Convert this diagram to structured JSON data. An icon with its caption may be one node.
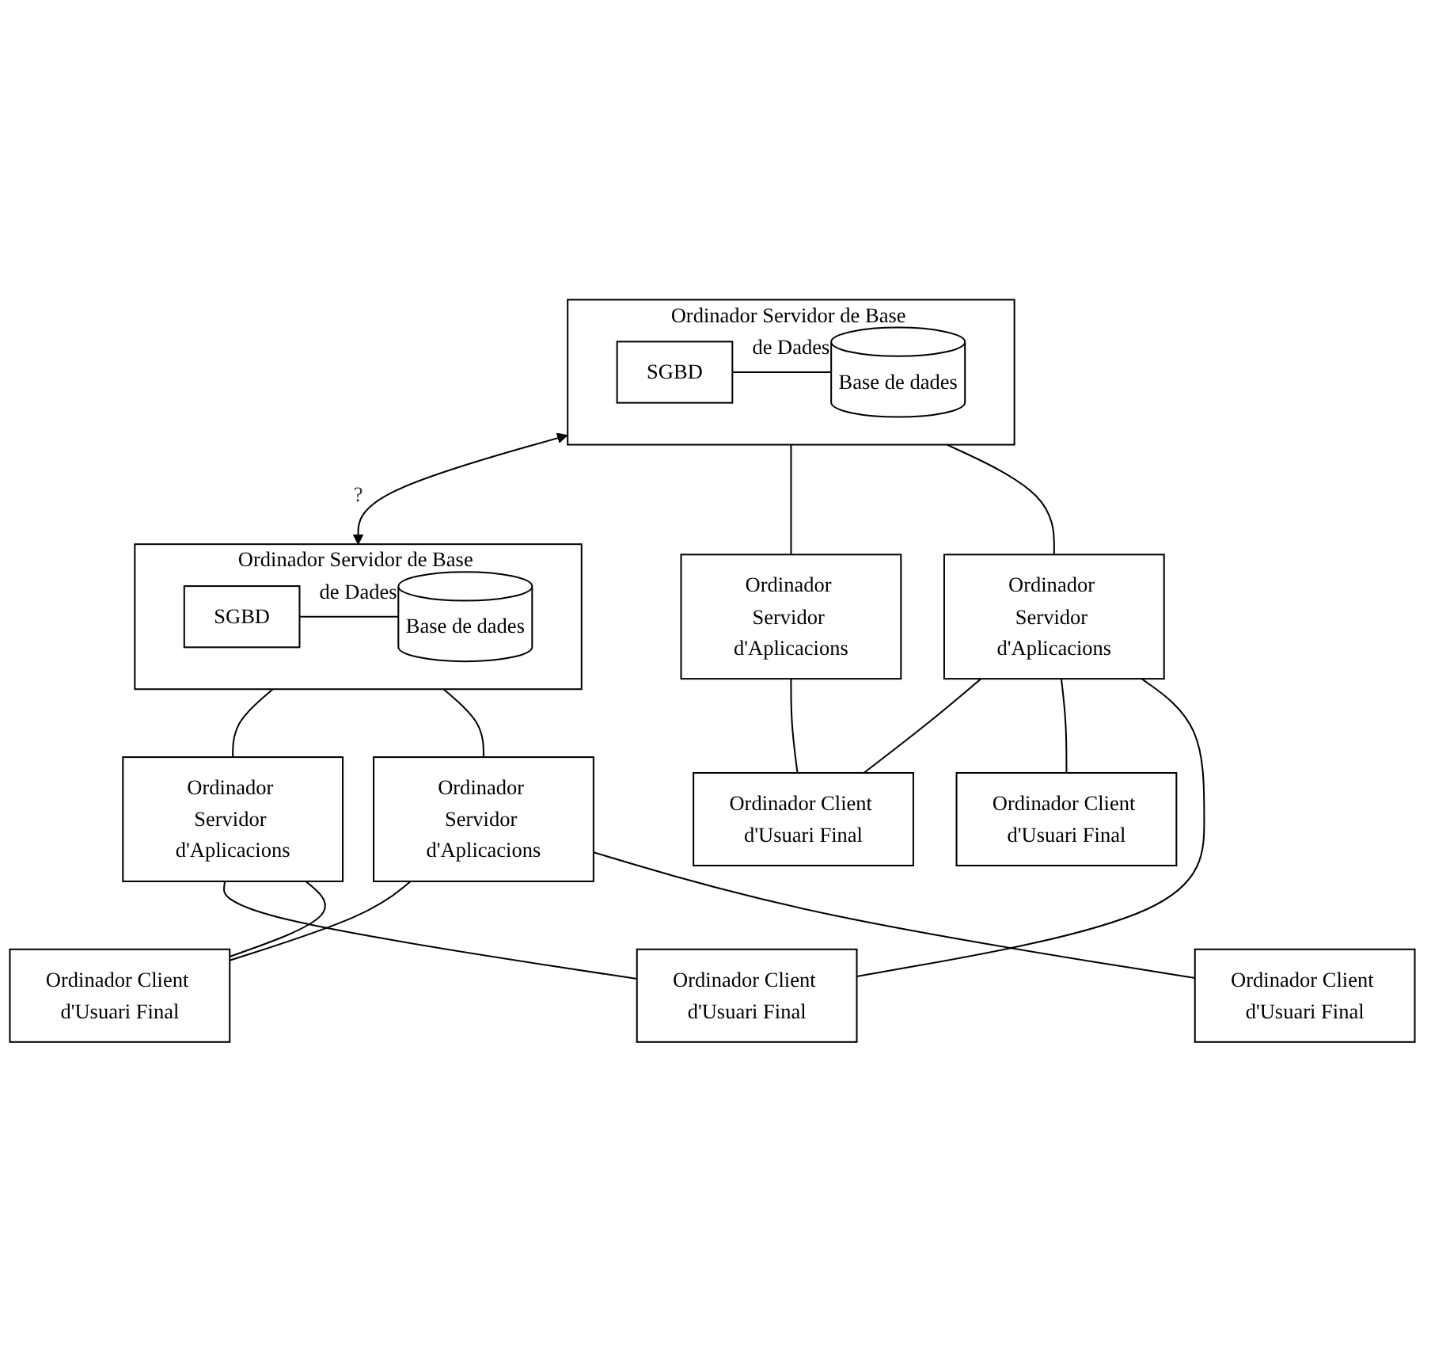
{
  "diagram": {
    "nodes": [
      {
        "text": [
          "Ordinador Servidor de Base de Dades"
        ]
      },
      {
        "text": [
          "SGBD"
        ],
        "in": 0
      },
      {
        "text": [
          "Base de dades"
        ],
        "in": 0
      },
      {
        "text": [
          "Ordinador Servidor de Base de Dades"
        ]
      },
      {
        "text": [
          "SGBD"
        ],
        "in": 3
      },
      {
        "text": [
          "Base de dades"
        ],
        "in": 3
      },
      {
        "text": [
          "Ordinador Servidor d'Aplicacions"
        ]
      },
      {
        "text": [
          "Ordinador Servidor d'Aplicacions"
        ]
      },
      {
        "text": [
          "Ordinador Servidor d'Aplicacions"
        ]
      },
      {
        "text": [
          "Ordinador Servidor d'Aplicacions"
        ]
      },
      {
        "text": [
          "Ordinador Client d'Usuari Final"
        ]
      },
      {
        "text": [
          "Ordinador Client d'Usuari Final"
        ]
      },
      {
        "text": [
          "Ordinador Client d'Usuari Final"
        ]
      },
      {
        "text": [
          "Ordinador Client d'Usuari Final"
        ]
      },
      {
        "text": [
          "Ordinador Client d'Usuari Final"
        ]
      }
    ],
    "edges": [
      {
        "from": 1,
        "to": 2,
        "arrow": "none"
      },
      {
        "from": 4,
        "to": 5,
        "arrow": "none"
      },
      {
        "from": 0,
        "to": 3,
        "arrow": "both",
        "label": "?"
      },
      {
        "from": 0,
        "to": 6,
        "arrow": "none"
      },
      {
        "from": 0,
        "to": 7,
        "arrow": "none"
      },
      {
        "from": 3,
        "to": 8,
        "arrow": "none"
      },
      {
        "from": 3,
        "to": 9,
        "arrow": "none"
      },
      {
        "from": 6,
        "to": 10,
        "arrow": "none"
      },
      {
        "from": 7,
        "to": 10,
        "arrow": "none"
      },
      {
        "from": 7,
        "to": 11,
        "arrow": "none"
      },
      {
        "from": 7,
        "to": 12,
        "arrow": "none"
      },
      {
        "from": 8,
        "to": 12,
        "arrow": "none"
      },
      {
        "from": 8,
        "to": 13,
        "arrow": "none"
      },
      {
        "from": 9,
        "to": 13,
        "arrow": "none"
      },
      {
        "from": 9,
        "to": 14,
        "arrow": "none"
      }
    ]
  }
}
